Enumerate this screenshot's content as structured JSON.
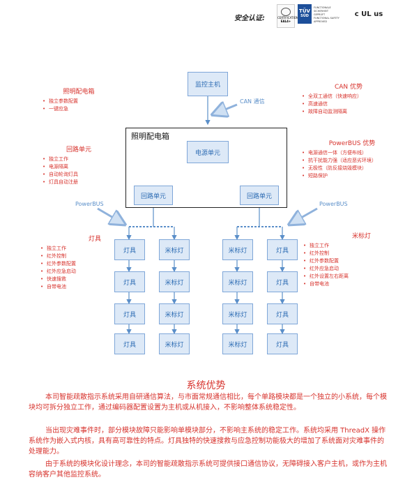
{
  "cert": {
    "label": "安全认证:",
    "badge1_lines": [
      "CERTIFICATION",
      "EAL4+"
    ],
    "badge2_lines": [
      "TÜV",
      "SÜD"
    ],
    "badge2_side": [
      "FUNCTIONALE SICHERHEIT",
      "GEPRÜFT",
      "FUNCTIONAL SAFETY",
      "APPROVED"
    ],
    "badge3": "c UL us"
  },
  "diagram": {
    "host": "监控主机",
    "can_label": "CAN 通信",
    "dist_box": "照明配电箱",
    "power_unit": "电源单元",
    "loop_left": "回路单元",
    "loop_right": "回路单元",
    "powerbus_left": "PowerBUS",
    "powerbus_right": "PowerBUS",
    "columns": [
      [
        "灯具",
        "灯具",
        "灯具",
        "灯具"
      ],
      [
        "米标灯",
        "米标灯",
        "米标灯",
        "米标灯"
      ],
      [
        "米标灯",
        "米标灯",
        "米标灯",
        "米标灯"
      ],
      [
        "灯具",
        "灯具",
        "灯具",
        "灯具"
      ]
    ]
  },
  "sections": {
    "dist": {
      "title": "照明配电箱",
      "items": [
        "独立参数配置",
        "一键应急"
      ]
    },
    "can": {
      "title": "CAN 优势",
      "items": [
        "全双工通信（快速响应）",
        "高速通信",
        "故障自动监测隔离"
      ]
    },
    "loop": {
      "title": "回路单元",
      "items": [
        "独立工作",
        "电源隔离",
        "自动轮询灯具",
        "灯具自动注册"
      ]
    },
    "powerbus": {
      "title": "PowerBUS 优势",
      "items": [
        "电源通信一体（方便布线）",
        "抗干扰能力强（适应恶劣环境）",
        "无极性（防反接烧毁模块）",
        "短路保护"
      ]
    },
    "lamp": {
      "title": "灯具",
      "items": [
        "独立工作",
        "红外控制",
        "红外参数配置",
        "红外应急启动",
        "快速搜救",
        "自带电池"
      ]
    },
    "mark": {
      "title": "米标灯",
      "items": [
        "独立工作",
        "红外控制",
        "红外参数配置",
        "红外应急启动",
        "红外设置左右距离",
        "自带电池"
      ]
    }
  },
  "advantages": {
    "title": "系统优势",
    "p1": "本司智能疏散指示系统采用自研通信算法，与市面常规通信相比，每个单路模块都是一个独立的小系统，每个模块均可拆分独立工作，通过编码器配置设置为主机或从机接入，不影响整体系统稳定性。",
    "p2": "当出现灾难事件时，部分模块故障只能影响单模块部分，不影响主系统的稳定工作。系统均采用 ThreadX 操作系统作为嵌入式内核，具有高可靠性的特点。灯具独特的快速搜救与应急控制功能极大的增加了系统面对灾难事件的处理能力。",
    "p3": "由于系统的模块化设计理念，本司的智能疏散指示系统可提供接口通信协议，无障碍接入客户主机，或作为主机容纳客户其他监控系统。"
  }
}
